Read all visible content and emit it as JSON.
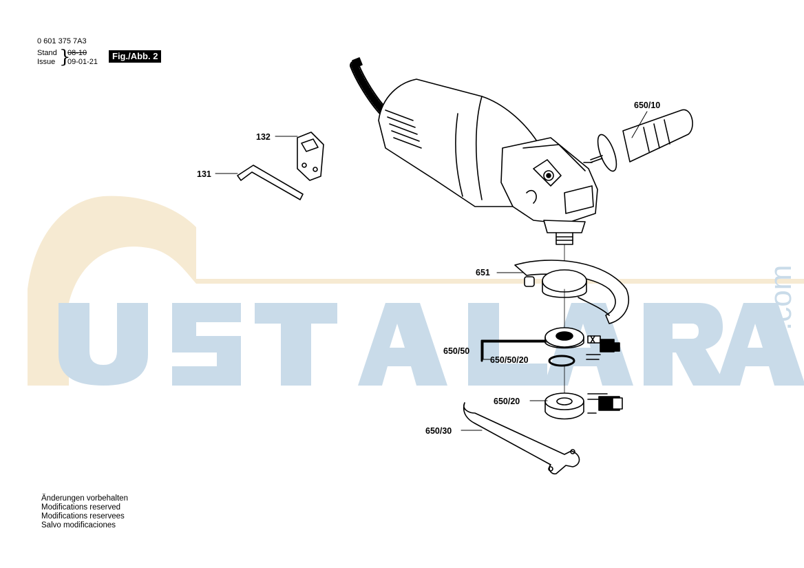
{
  "header": {
    "part_number": "0 601 375 7A3",
    "stand_label": "Stand",
    "issue_label": "Issue",
    "stand_value": "08-10",
    "issue_value": "09-01-21",
    "figure": "Fig./Abb. 2"
  },
  "watermark": {
    "text": "USTALARA",
    "suffix": ".com",
    "color_blue": "#c9dbe9",
    "color_gold": "#f6ead2"
  },
  "parts": [
    {
      "id": "132"
    },
    {
      "id": "131"
    },
    {
      "id": "650/10"
    },
    {
      "id": "651"
    },
    {
      "id": "650/50"
    },
    {
      "id": "650/50/20"
    },
    {
      "id": "650/20"
    },
    {
      "id": "650/30"
    }
  ],
  "notes": [
    "Änderungen vorbehalten",
    "Modifications reserved",
    "Modifications reservees",
    "Salvo modificaciones"
  ]
}
